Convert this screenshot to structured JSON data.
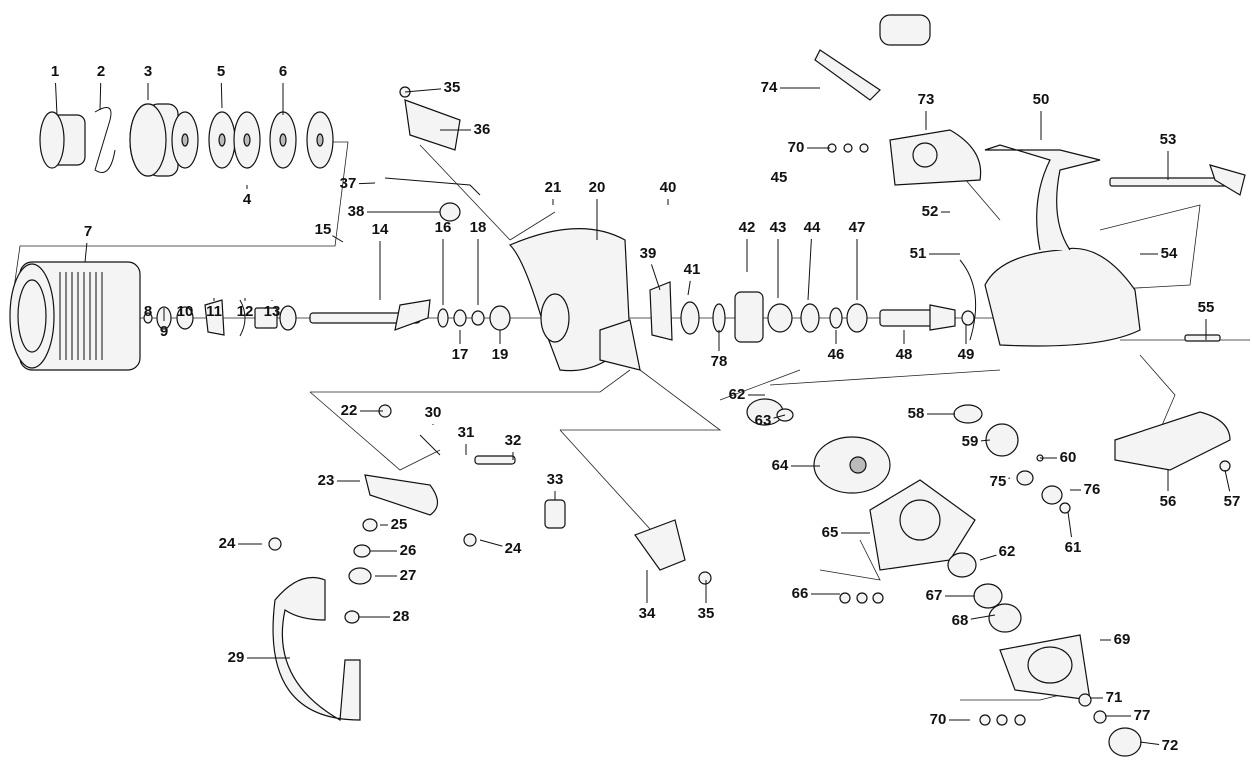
{
  "diagram": {
    "labels": [
      "1",
      "2",
      "3",
      "5",
      "6",
      "4",
      "7",
      "8",
      "9",
      "10",
      "11",
      "12",
      "13",
      "15",
      "14",
      "16",
      "18",
      "17",
      "19",
      "21",
      "20",
      "35",
      "36",
      "37",
      "38",
      "39",
      "40",
      "41",
      "42",
      "43",
      "44",
      "45",
      "47",
      "46",
      "48",
      "49",
      "78",
      "74",
      "73",
      "70",
      "50",
      "53",
      "52",
      "51",
      "54",
      "55",
      "62",
      "63",
      "64",
      "58",
      "59",
      "60",
      "75",
      "76",
      "61",
      "56",
      "57",
      "65",
      "62",
      "66",
      "67",
      "68",
      "69",
      "71",
      "70",
      "77",
      "72",
      "22",
      "30",
      "31",
      "32",
      "33",
      "23",
      "25",
      "26",
      "24",
      "24",
      "27",
      "28",
      "29",
      "34",
      "35"
    ]
  }
}
